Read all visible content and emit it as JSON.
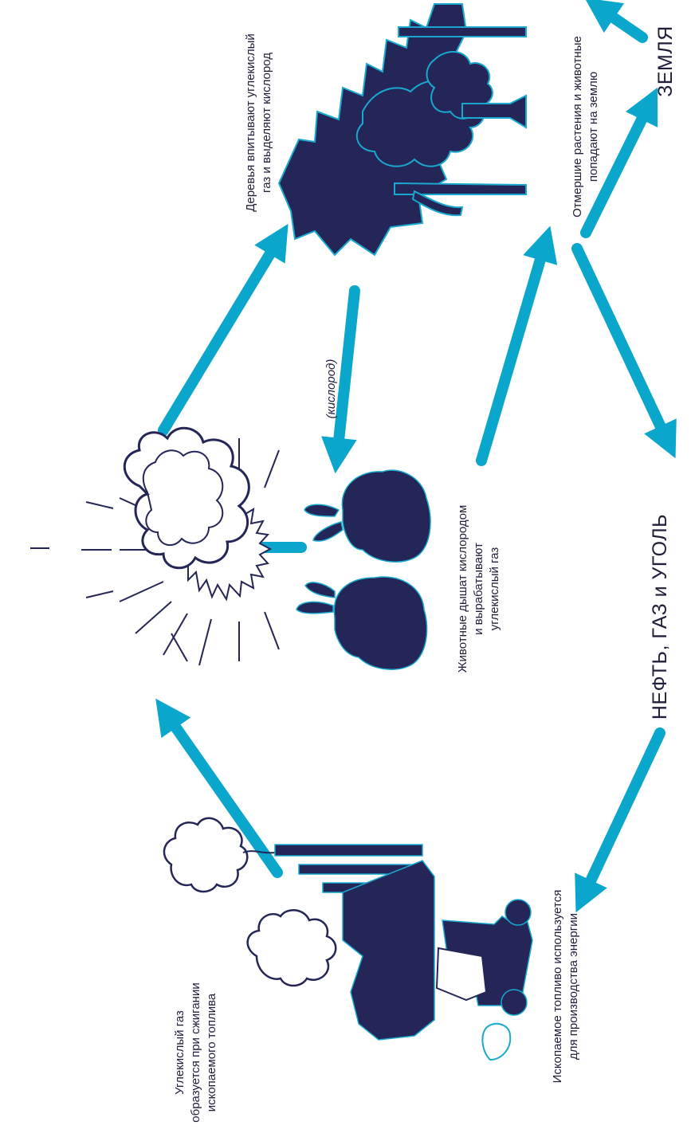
{
  "colors": {
    "arrow": "#0aa6cc",
    "silhouette": "#232656",
    "edge": "#1aa8d0",
    "ink": "#232656"
  },
  "labels": {
    "trees": "Деревья впитывают углекислый\nгаз и выделяют кислород",
    "dead": "Отмершие растения и животные\nпопадают на землю",
    "earth": "ЗЕМЛЯ",
    "oxygen": "(кислород)",
    "animals": "Животные дышат кислородом\nи вырабатывают\nуглекислый газ",
    "fuels": "НЕФТЬ, ГАЗ и УГОЛЬ",
    "co2": "Углекислый газ\nобразуется при сжигании\nископаемого топлива",
    "fossil": "Ископаемое топливо используется\nдля производства энергии"
  },
  "icons": [
    "sun-icon",
    "cloud-icon",
    "trees-icon",
    "rabbits-icon",
    "factory-icon",
    "bulldozer-icon"
  ]
}
